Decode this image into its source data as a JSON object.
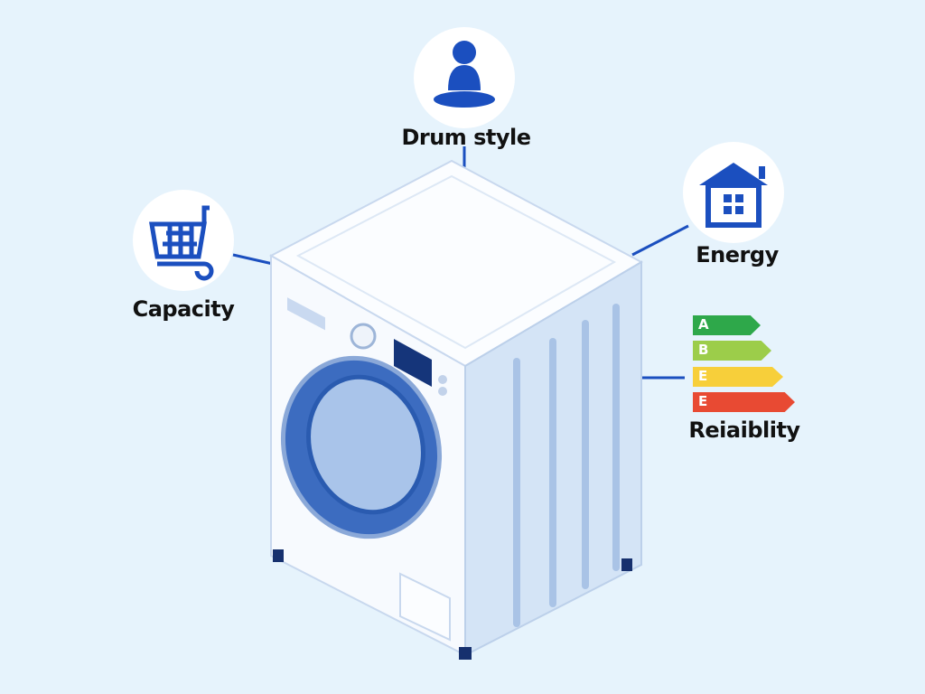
{
  "labels": {
    "drum_style": "Drum style",
    "energy": "Energy",
    "capacity": "Capacity",
    "reliability": "Reiaiblity"
  },
  "energy_scale": [
    {
      "letter": "A",
      "color": "#2ea84a"
    },
    {
      "letter": "B",
      "color": "#9ccd4a"
    },
    {
      "letter": "E",
      "color": "#f7cf3a"
    },
    {
      "letter": "E",
      "color": "#e84a33"
    }
  ],
  "icons": {
    "drum_style": "person-meditating-icon",
    "energy": "house-icon",
    "capacity": "shopping-cart-icon"
  },
  "colors": {
    "accent": "#1b4fbf",
    "background": "#e6f3fc"
  }
}
